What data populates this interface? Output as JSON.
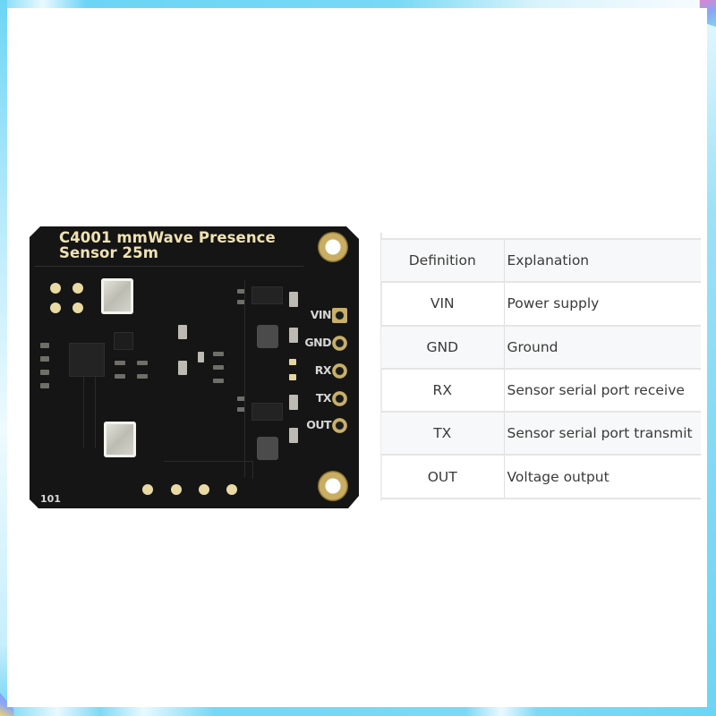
{
  "product": {
    "board_title_line1": "C4001 mmWave Presence",
    "board_title_line2": "Sensor 25m",
    "board_id": "101",
    "pins": [
      {
        "label": "VIN",
        "shape": "square"
      },
      {
        "label": "GND",
        "shape": "round"
      },
      {
        "label": "RX",
        "shape": "round"
      },
      {
        "label": "TX",
        "shape": "round"
      },
      {
        "label": "OUT",
        "shape": "round"
      }
    ]
  },
  "pin_table": {
    "headers": {
      "definition": "Definition",
      "explanation": "Explanation"
    },
    "rows": [
      {
        "definition": "VIN",
        "explanation": "Power supply"
      },
      {
        "definition": "GND",
        "explanation": "Ground"
      },
      {
        "definition": "RX",
        "explanation": "Sensor serial port receive"
      },
      {
        "definition": "TX",
        "explanation": "Sensor serial port transmit"
      },
      {
        "definition": "OUT",
        "explanation": "Voltage output"
      }
    ]
  },
  "colors": {
    "frame_accent": "#6cd5f5",
    "pcb": "#151515",
    "silkscreen": "#efe2b3",
    "gold_pad": "#c9ad62",
    "table_text": "#3a3a3a",
    "table_border": "#e5e5e5"
  }
}
